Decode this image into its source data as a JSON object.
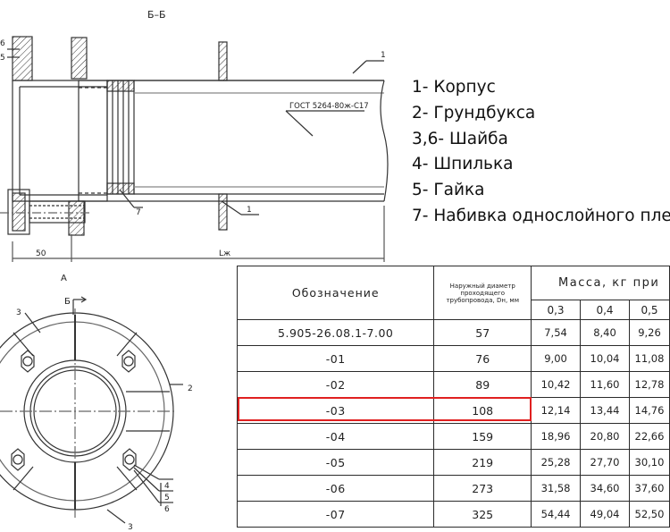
{
  "drawing": {
    "section_label": "Б–Б",
    "view_label": "А",
    "cut_mark_label": "Б",
    "gost_label": "ГОСТ 5264-80ж-С17",
    "dim_50": "50",
    "dim_L": "Lж",
    "callouts": {
      "c1_top": "1",
      "c1_bottom": "1",
      "c7": "7",
      "c2": "2",
      "c3_top": "3",
      "c3_bottom": "3",
      "c4": "4",
      "c5": "5",
      "c6": "6"
    }
  },
  "legend": [
    "1- Корпус",
    "2- Грундбукса",
    "3,6- Шайба",
    "4- Шпилька",
    "5- Гайка",
    "7- Набивка однослойного пле"
  ],
  "table": {
    "header": {
      "designation": "Обозначение",
      "diameter": "Наружный диаметр проходящего трубопровода, Dн, мм",
      "mass": "Масса, кг при",
      "pressures": [
        "0,3",
        "0,4",
        "0,5"
      ]
    },
    "rows": [
      {
        "designation": "5.905-26.08.1-7.00",
        "diameter": "57",
        "masses": [
          "7,54",
          "8,40",
          "9,26"
        ]
      },
      {
        "designation": "-01",
        "diameter": "76",
        "masses": [
          "9,00",
          "10,04",
          "11,08"
        ]
      },
      {
        "designation": "-02",
        "diameter": "89",
        "masses": [
          "10,42",
          "11,60",
          "12,78"
        ]
      },
      {
        "designation": "-03",
        "diameter": "108",
        "masses": [
          "12,14",
          "13,44",
          "14,76"
        ]
      },
      {
        "designation": "-04",
        "diameter": "159",
        "masses": [
          "18,96",
          "20,80",
          "22,66"
        ]
      },
      {
        "designation": "-05",
        "diameter": "219",
        "masses": [
          "25,28",
          "27,70",
          "30,10"
        ]
      },
      {
        "designation": "-06",
        "diameter": "273",
        "masses": [
          "31,58",
          "34,60",
          "37,60"
        ]
      },
      {
        "designation": "-07",
        "diameter": "325",
        "masses": [
          "54,44",
          "49,04",
          "52,50"
        ]
      }
    ],
    "highlight_color": "#e02020"
  }
}
